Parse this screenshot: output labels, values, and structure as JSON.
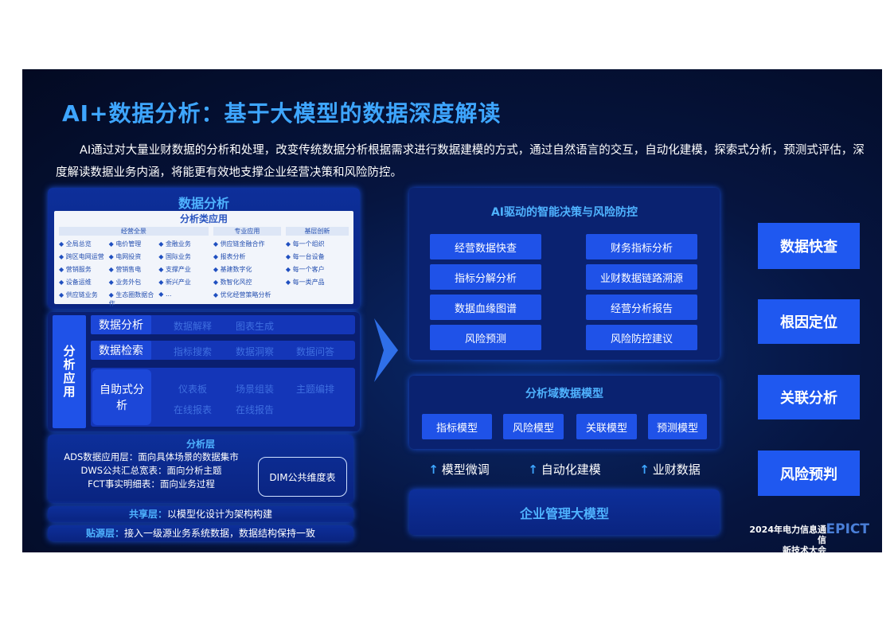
{
  "title": "AI+数据分析：基于大模型的数据深度解读",
  "paragraph": "AI通过对大量业财数据的分析和处理，改变传统数据分析根据需求进行数据建模的方式，通过自然语言的交互，自动化建模，探索式分析，预测式评估，深度解读数据业务内涵，将能更有效地支撑企业经营决策和风险防控。",
  "left": {
    "header": "数据分析",
    "inset": {
      "title": "分析类应用",
      "groups": [
        {
          "name": "经营全景",
          "items": [
            "全局总览",
            "电价管理",
            "金融业务",
            "跨区电网运营",
            "电网投资",
            "国际业务",
            "营销服务",
            "营销售电",
            "支撑产业",
            "设备运维",
            "业务外包",
            "新兴产业",
            "供应链业务",
            "生态圈数据合作",
            "..."
          ]
        },
        {
          "name": "专业应用",
          "items": [
            "供应链金融合作",
            "报表分析",
            "基建数字化",
            "数智化风控",
            "优化经营策略分析"
          ]
        },
        {
          "name": "基层创新",
          "items": [
            "每一个组织",
            "每一台设备",
            "每一个客户",
            "每一类产品"
          ]
        }
      ]
    },
    "app": {
      "side_label": "分析应用",
      "rows": [
        {
          "label": "数据分析",
          "items": [
            "数据解释",
            "图表生成"
          ]
        },
        {
          "label": "数据检索",
          "items": [
            "指标搜索",
            "数据洞察",
            "数据问答"
          ]
        },
        {
          "label": "自助式分析",
          "items": [
            "仪表板",
            "场景组装",
            "主题编排",
            "在线报表",
            "在线报告"
          ]
        }
      ]
    },
    "analysis_layer": {
      "title": "分析层",
      "lines": [
        "ADS数据应用层：面向具体场景的数据集市",
        "DWS公共汇总宽表：面向分析主题",
        "FCT事实明细表：面向业务过程"
      ],
      "dim": "DIM公共维度表"
    },
    "shared": {
      "label": "共享层：",
      "text": "以模型化设计为架构构建"
    },
    "source": {
      "label": "贴源层：",
      "text": "接入一级源业务系统数据，数据结构保持一致"
    }
  },
  "middle": {
    "decision": {
      "title": "AI驱动的智能决策与风险防控",
      "items": [
        "经营数据快查",
        "财务指标分析",
        "指标分解分析",
        "业财数据链路溯源",
        "数据血缘图谱",
        "经营分析报告",
        "风险预测",
        "风险防控建议"
      ]
    },
    "model": {
      "title": "分析域数据模型",
      "items": [
        "指标模型",
        "风险模型",
        "关联模型",
        "预测模型"
      ]
    },
    "arrows": [
      "模型微调",
      "自动化建模",
      "业财数据"
    ],
    "base": "企业管理大模型"
  },
  "right": [
    "数据快查",
    "根因定位",
    "关联分析",
    "风险预判"
  ],
  "logo": {
    "line1": "2024年电力信息通信",
    "line2": "新技术大会",
    "brand": "EPICT"
  },
  "colors": {
    "accent": "#3ea6ff",
    "button": "#1f52e8",
    "background": "#061540"
  }
}
